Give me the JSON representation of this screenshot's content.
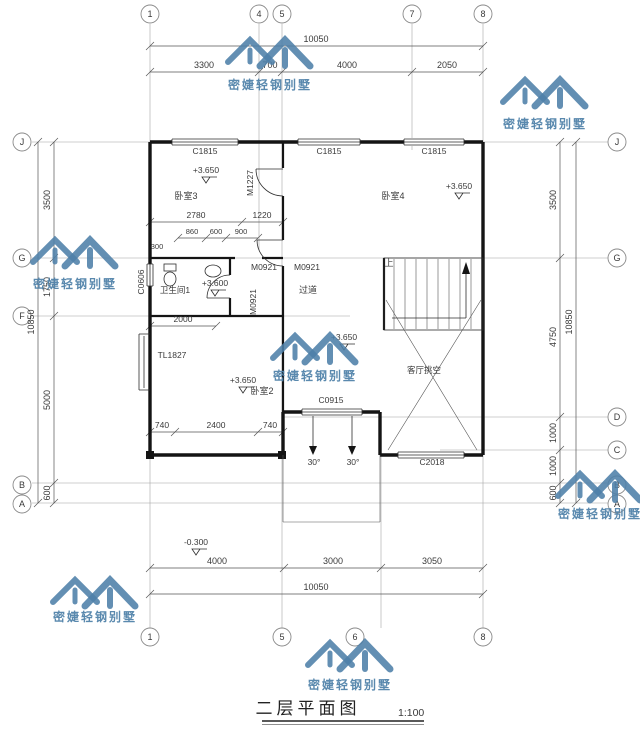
{
  "watermark": {
    "text": "密婕轻钢别墅",
    "color": "#4d80a8"
  },
  "title": {
    "text": "二层平面图",
    "scale": "1:100"
  },
  "axes": {
    "top": [
      "1",
      "4",
      "5",
      "7",
      "8"
    ],
    "bottom": [
      "1",
      "5",
      "6",
      "8"
    ],
    "left": [
      "J",
      "G",
      "F",
      "B",
      "A"
    ],
    "right": [
      "J",
      "G",
      "D",
      "C",
      "B",
      "A"
    ]
  },
  "dims": {
    "top_total": "10050",
    "top": [
      "3300",
      "700",
      "4000",
      "2050"
    ],
    "bottom": [
      "4000",
      "3000",
      "3050"
    ],
    "bottom_total": "10050",
    "left": [
      "3500",
      "1750",
      "5000",
      "600"
    ],
    "left_total": "10850",
    "right": [
      "3500",
      "4750",
      "1000",
      "1000",
      "600"
    ],
    "right_total": "10850",
    "inner": [
      "2780",
      "1220",
      "860",
      "600",
      "900",
      "300",
      "2000",
      "740",
      "2400",
      "740"
    ]
  },
  "rooms": {
    "bedroom3": "卧室3",
    "bedroom4": "卧室4",
    "bedroom2": "卧室2",
    "bathroom": "卫生间1",
    "corridor": "过道",
    "void": "客厅挑空",
    "stairs_up": "上"
  },
  "levels": {
    "floor": "+3.650",
    "bath": "+3.600",
    "ground": "-0.300"
  },
  "openings": {
    "c1815": "C1815",
    "m1227": "M1227",
    "c0606": "C0606",
    "m0921": "M0921",
    "tl1827": "TL1827",
    "c0915": "C0915",
    "c2018": "C2018"
  },
  "angles": {
    "slope": "30°"
  }
}
